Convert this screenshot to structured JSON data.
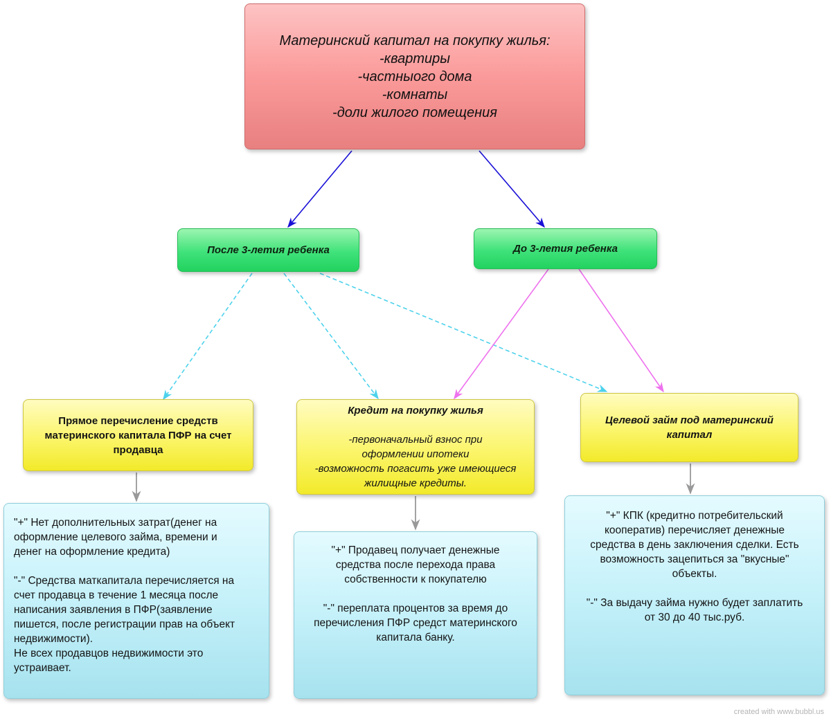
{
  "root": {
    "lines": [
      "Материнский капитал на покупку жилья:",
      "-квартиры",
      "-частныого дома",
      "-комнаты",
      "-доли жилого помещения"
    ]
  },
  "branches": {
    "after": "После 3-летия ребенка",
    "before": "До 3-летия ребенка"
  },
  "options": {
    "direct": "Прямое перечисление средств\nматеринского капитала ПФР на счет\nпродавца",
    "credit_title": "Кредит на покупку жилья",
    "credit_body": "-первоначальный взнос при\nоформлении ипотеки\n-возможность погасить уже имеющиеся\nжилищные кредиты.",
    "loan": "Целевой займ под материнский\nкапитал"
  },
  "notes": {
    "direct": "\"+\" Нет дополнительных затрат(денег на\nоформление целевого займа, времени и\nденег на оформление кредита)\n\n\"-\"  Средства маткапитала перечисляется на\nсчет продавца в течение 1 месяца после\nнаписания заявления в ПФР(заявление\nпишется, после регистрации прав на объект\nнедвижимости).\nНе всех продавцов недвижимости это\nустраивает.",
    "credit": "\"+\" Продавец получает денежные\nсредства после перехода права\nсобственности к покупателю\n\n\"-\" переплата процентов за время до\nперечисления ПФР средст материнского\nкапитала банку.",
    "loan": "\"+\" КПК (кредитно потребительский\nкооператив) перечисляет денежные\nсредства в день заключения сделки. Есть\nвозможность зацепиться за \"вкусные\"\nобъекты.\n\n\"-\"  За выдачу займа нужно будет заплатить\nот 30 до 40 тыс.руб."
  },
  "footer": "created with www.bubbl.us",
  "colors": {
    "root_to_branch": "#1a10d6",
    "after_dashed": "#4dd2ec",
    "before_solid": "#ee72ee",
    "to_notes": "#999999"
  }
}
